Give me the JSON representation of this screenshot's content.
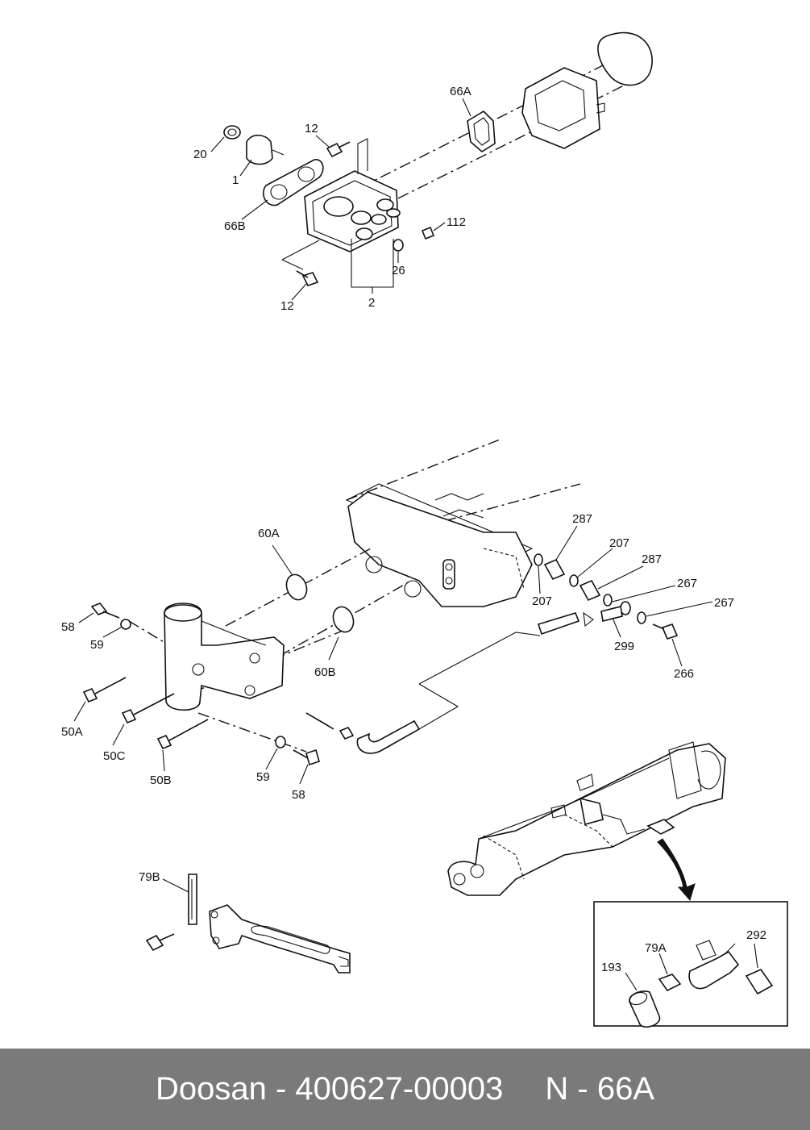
{
  "labels": {
    "l20": "20",
    "l1": "1",
    "l66B": "66B",
    "l12a": "12",
    "l66A": "66A",
    "l112": "112",
    "l26": "26",
    "l12b": "12",
    "l2": "2",
    "l60A": "60A",
    "l60B": "60B",
    "l58a": "58",
    "l59a": "59",
    "l50A": "50A",
    "l50C": "50C",
    "l50B": "50B",
    "l59b": "59",
    "l58b": "58",
    "l287a": "287",
    "l207a": "207",
    "l207b": "207",
    "l287b": "287",
    "l267a": "267",
    "l267b": "267",
    "l299": "299",
    "l266": "266",
    "l79B": "79B",
    "l193": "193",
    "l79A": "79A",
    "l292": "292"
  },
  "footer": {
    "brand": "Doosan - 400627-00003",
    "ref": "N - 66A"
  }
}
